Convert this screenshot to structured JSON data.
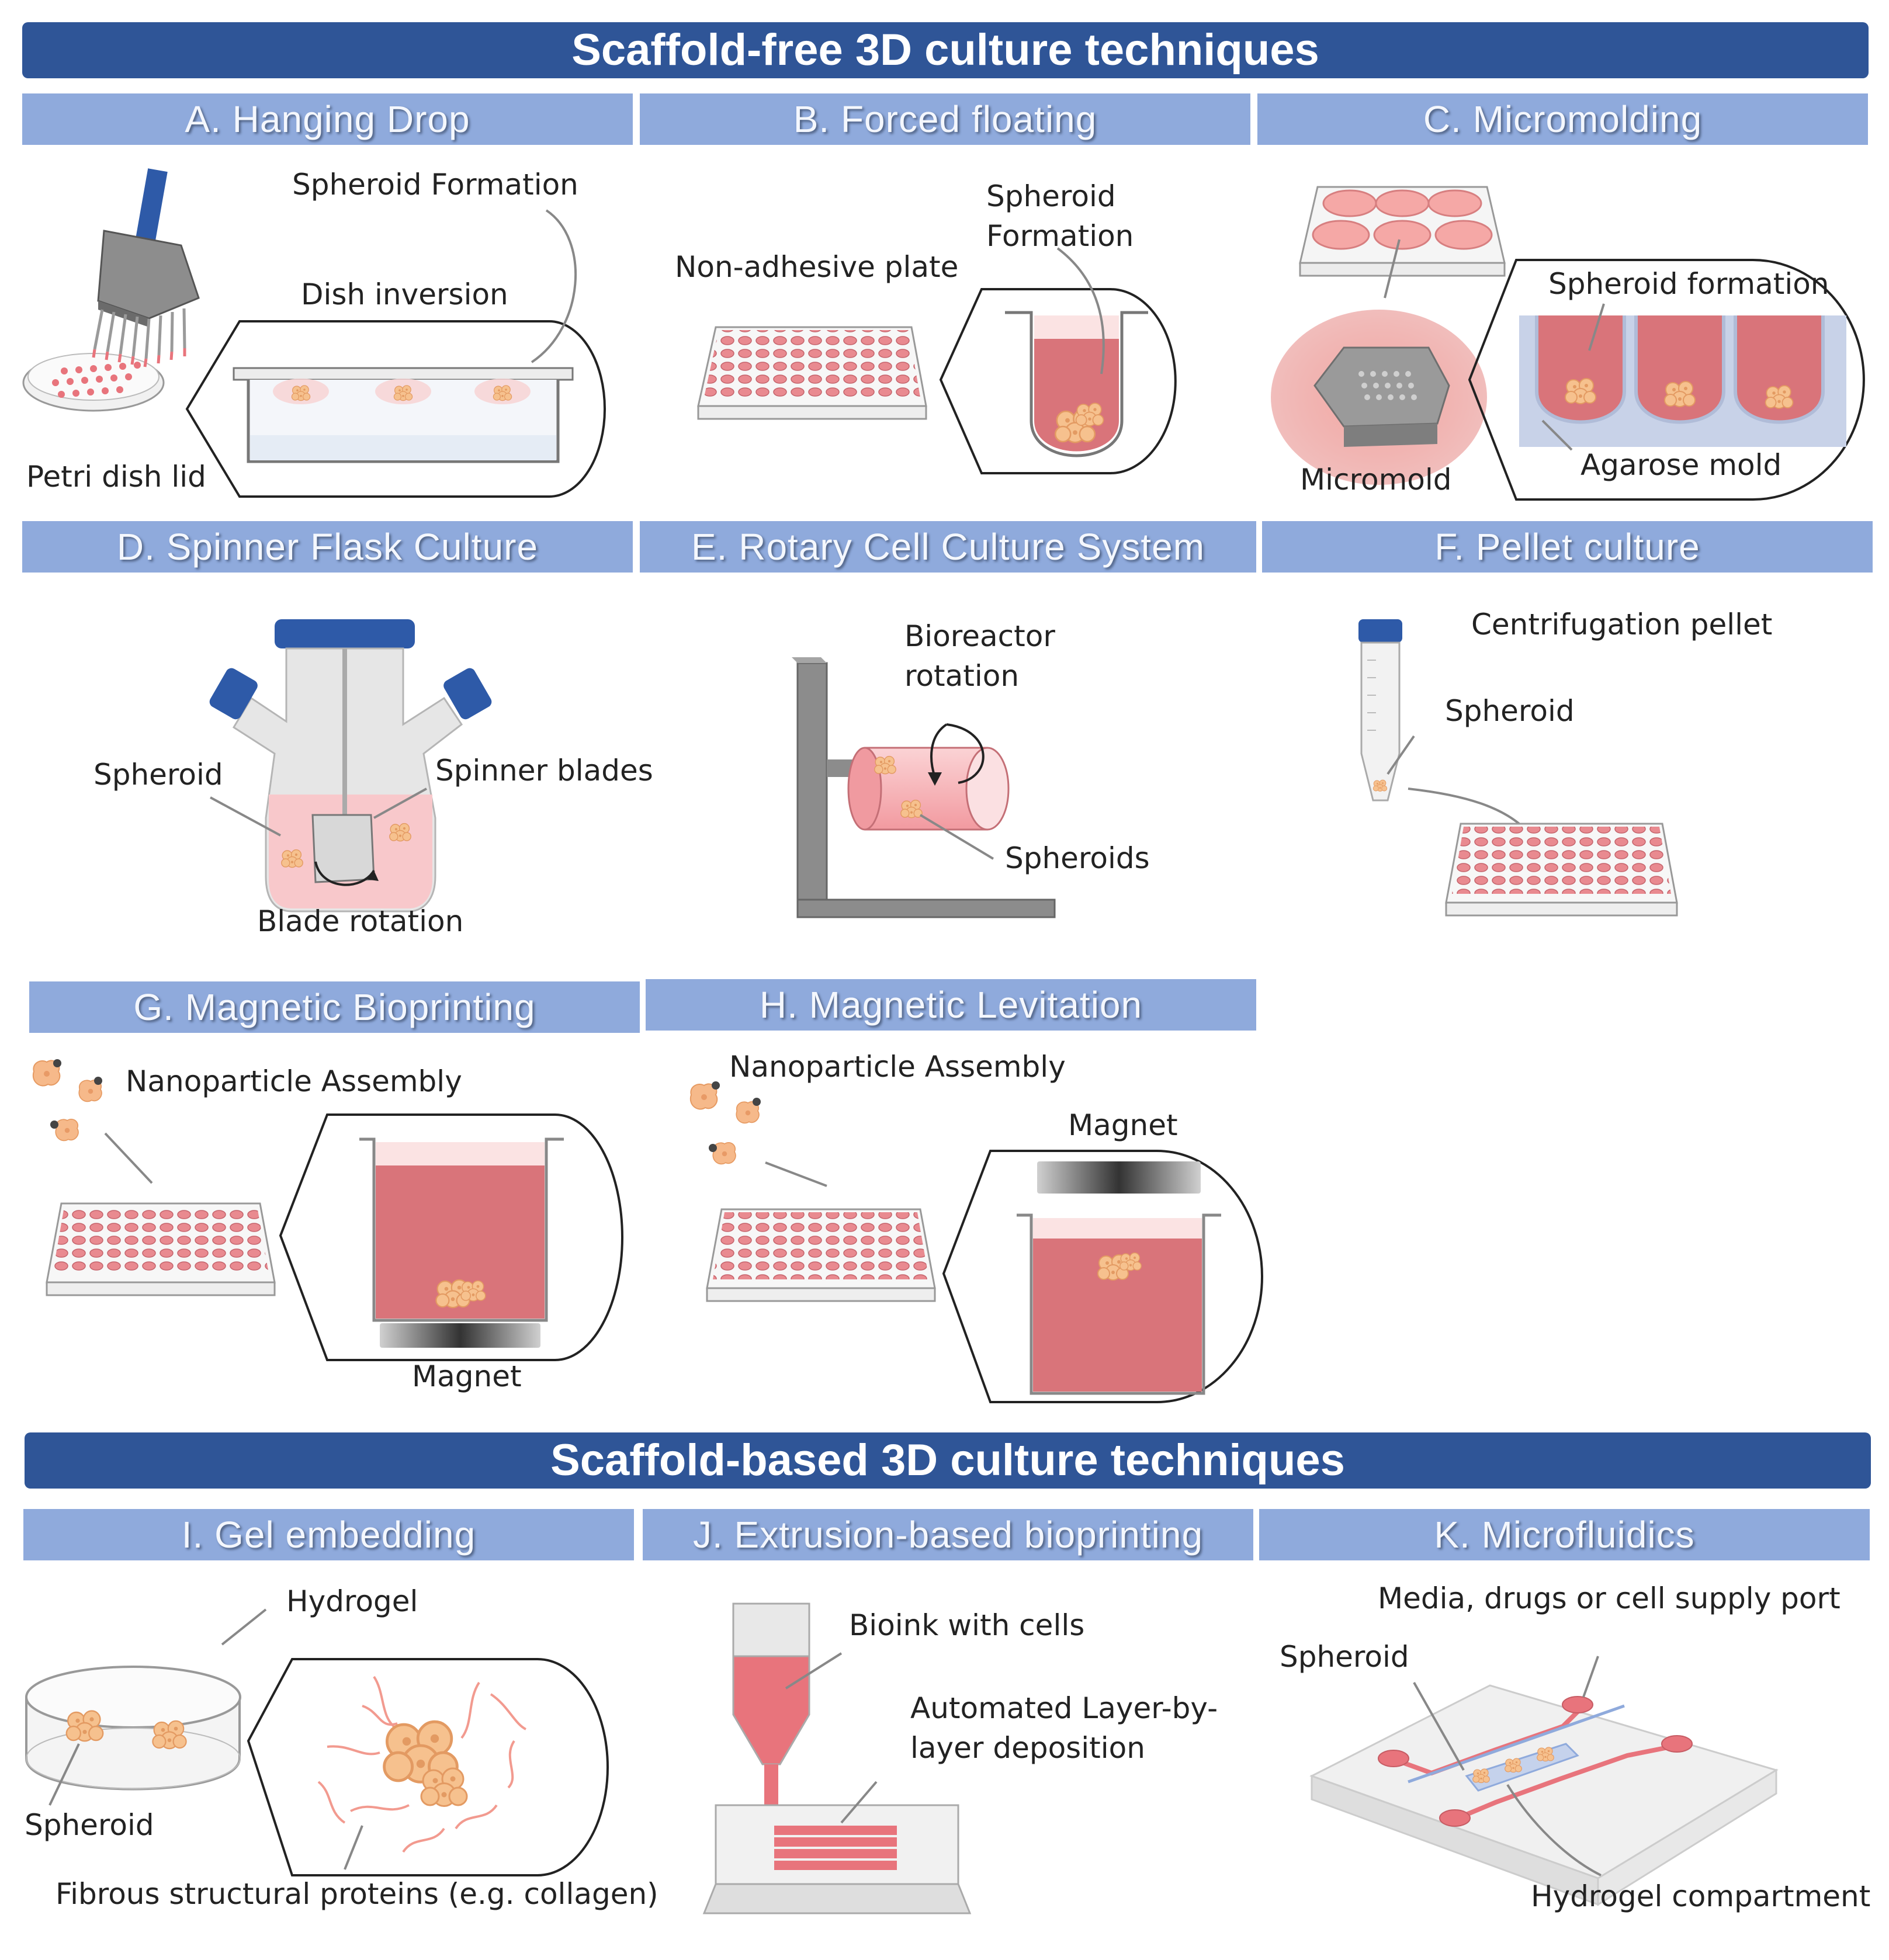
{
  "banners": {
    "scaffold_free": "Scaffold-free 3D culture techniques",
    "scaffold_based": "Scaffold-based 3D culture techniques"
  },
  "sections": {
    "a": "A. Hanging Drop",
    "b": "B. Forced floating",
    "c": "C. Micromolding",
    "d": "D. Spinner Flask Culture",
    "e": "E. Rotary Cell Culture System",
    "f": "F. Pellet culture",
    "g": "G. Magnetic Bioprinting",
    "h": "H. Magnetic Levitation",
    "i": "I. Gel embedding",
    "j": "J. Extrusion-based bioprinting",
    "k": "K. Microfluidics"
  },
  "labels": {
    "a_spheroid_formation": "Spheroid Formation",
    "a_dish_inversion": "Dish inversion",
    "a_petri_dish_lid": "Petri dish lid",
    "b_non_adhesive_plate": "Non-adhesive plate",
    "b_spheroid_line1": "Spheroid",
    "b_spheroid_line2": "Formation",
    "c_spheroid_formation": "Spheroid formation",
    "c_agarose_mold": "Agarose mold",
    "c_micromold": "Micromold",
    "d_spheroid": "Spheroid",
    "d_spinner_blades": "Spinner blades",
    "d_blade_rotation": "Blade rotation",
    "e_bioreactor_line1": "Bioreactor",
    "e_bioreactor_line2": "rotation",
    "e_spheroids": "Spheroids",
    "f_centrifugation_pellet": "Centrifugation pellet",
    "f_spheroid": "Spheroid",
    "g_nanoparticle_assembly": "Nanoparticle Assembly",
    "g_magnet": "Magnet",
    "h_nanoparticle_assembly": "Nanoparticle Assembly",
    "h_magnet": "Magnet",
    "i_hydrogel": "Hydrogel",
    "i_spheroid": "Spheroid",
    "i_fibrous": "Fibrous structural proteins (e.g. collagen)",
    "j_bioink": "Bioink with cells",
    "j_layer_line1": "Automated Layer-by-",
    "j_layer_line2": "layer deposition",
    "k_port": "Media, drugs or cell supply port",
    "k_spheroid": "Spheroid",
    "k_hydrogel_compartment": "Hydrogel compartment"
  },
  "colors": {
    "banner": "#2f5597",
    "section_header": "#8faadc",
    "media": "#d9747a",
    "spheroid": "#f6c18e",
    "cap": "#2e5aa8"
  }
}
